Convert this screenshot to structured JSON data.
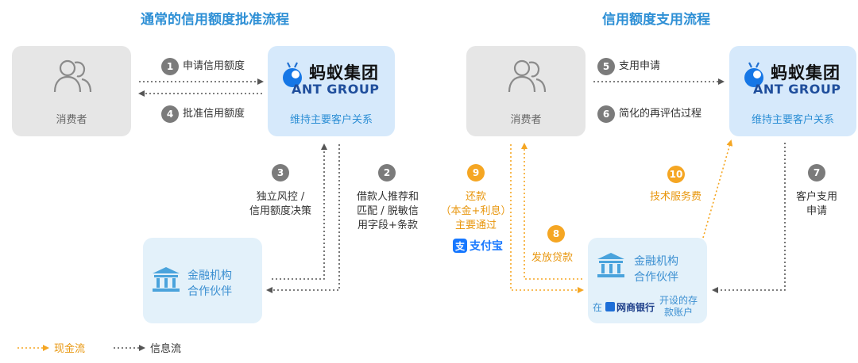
{
  "left": {
    "title": "通常的信用额度批准流程",
    "consumer_label": "消费者",
    "ant_cn": "蚂蚁集团",
    "ant_en": "ANT GROUP",
    "ant_sub": "维持主要客户关系",
    "bank_line1": "金融机构",
    "bank_line2": "合作伙伴",
    "steps": {
      "s1": {
        "num": "1",
        "text": "申请信用额度"
      },
      "s4": {
        "num": "4",
        "text": "批准信用额度"
      },
      "s3": {
        "num": "3",
        "line1": "独立风控 /",
        "line2": "信用额度决策"
      },
      "s2": {
        "num": "2",
        "line1": "借款人推荐和",
        "line2": "匹配 / 脱敏信",
        "line3": "用字段+条款"
      }
    }
  },
  "right": {
    "title": "信用额度支用流程",
    "consumer_label": "消费者",
    "ant_cn": "蚂蚁集团",
    "ant_en": "ANT GROUP",
    "ant_sub": "维持主要客户关系",
    "bank_line1": "金融机构",
    "bank_line2": "合作伙伴",
    "bank_prefix": "在",
    "mybank_name": "网商银行",
    "bank_suffix1": "开设的存",
    "bank_suffix2": "款账户",
    "alipay_name": "支付宝",
    "steps": {
      "s5": {
        "num": "5",
        "text": "支用申请"
      },
      "s6": {
        "num": "6",
        "text": "简化的再评估过程"
      },
      "s7": {
        "num": "7",
        "line1": "客户支用",
        "line2": "申请"
      },
      "s8": {
        "num": "8",
        "text": "发放贷款"
      },
      "s9": {
        "num": "9",
        "line1": "还款",
        "line2": "（本金+利息）",
        "line3": "主要通过"
      },
      "s10": {
        "num": "10",
        "text": "技术服务费"
      }
    }
  },
  "legend": {
    "cash": "现金流",
    "info": "信息流"
  },
  "colors": {
    "title": "#2d8fd5",
    "cash_flow": "#f5a623",
    "info_flow": "#555555",
    "ant_blue": "#1f4e9c"
  }
}
